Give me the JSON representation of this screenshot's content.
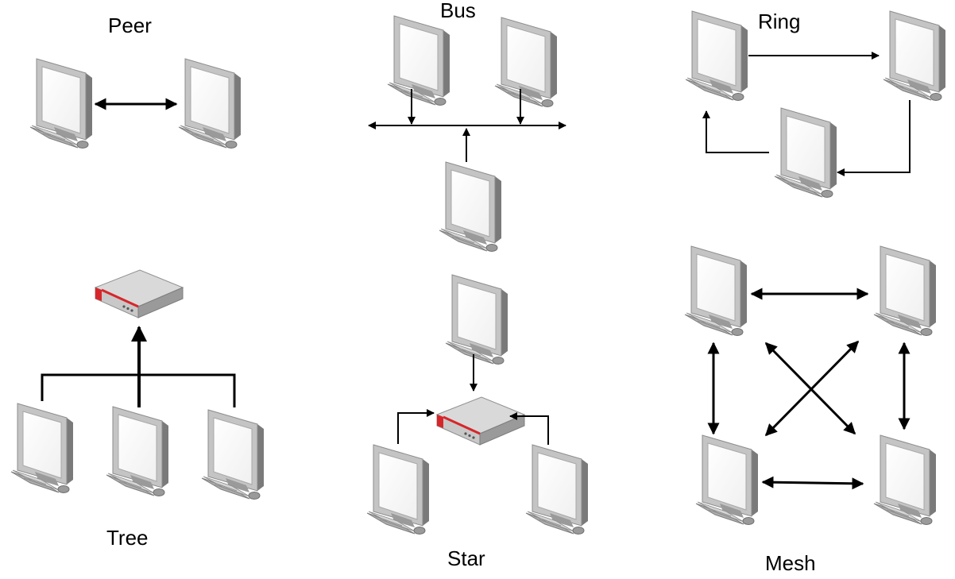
{
  "labels": {
    "peer": "Peer",
    "bus": "Bus",
    "ring": "Ring",
    "tree": "Tree",
    "star": "Star",
    "mesh": "Mesh"
  },
  "icons": {
    "computer": "computer-icon",
    "hub": "network-hub-icon"
  },
  "colors": {
    "arrow": "#000000",
    "device_accent": "#d7262b",
    "device_gray": "#9a9a9a"
  }
}
